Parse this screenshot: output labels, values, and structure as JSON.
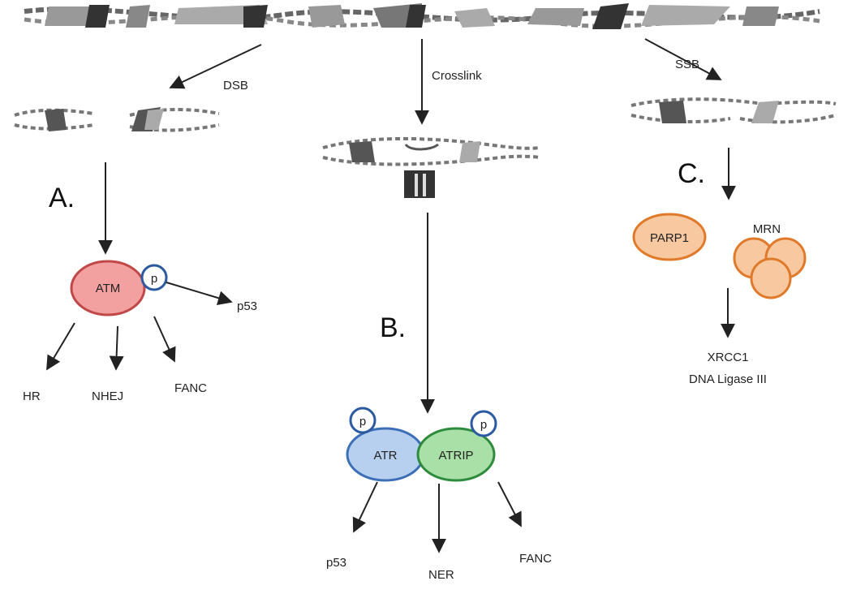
{
  "arrow_labels": {
    "dsb": "DSB",
    "crosslink": "Crosslink",
    "ssb": "SSB"
  },
  "panel_labels": {
    "a": "A.",
    "b": "B.",
    "c": "C."
  },
  "proteins": {
    "atm": "ATM",
    "atr": "ATR",
    "atrip": "ATRIP",
    "parp1": "PARP1",
    "mrn": "MRN",
    "phospho": "p"
  },
  "outputs": {
    "a_p53": "p53",
    "a_hr": "HR",
    "a_nhej": "NHEJ",
    "a_fanc": "FANC",
    "b_p53": "p53",
    "b_ner": "NER",
    "b_fanc": "FANC",
    "c_xrcc1": "XRCC1",
    "c_ligase": "DNA Ligase III"
  },
  "colors": {
    "atm_fill": "#f2a0a0",
    "atm_stroke": "#c04848",
    "atr_fill": "#b8d0f0",
    "atr_stroke": "#3d6fb6",
    "atrip_fill": "#a8e0a8",
    "atrip_stroke": "#2e8b3d",
    "orange_fill": "#f8c8a0",
    "orange_stroke": "#e07a2a",
    "phospho_stroke": "#2b5aa0",
    "dna": "#555555"
  }
}
